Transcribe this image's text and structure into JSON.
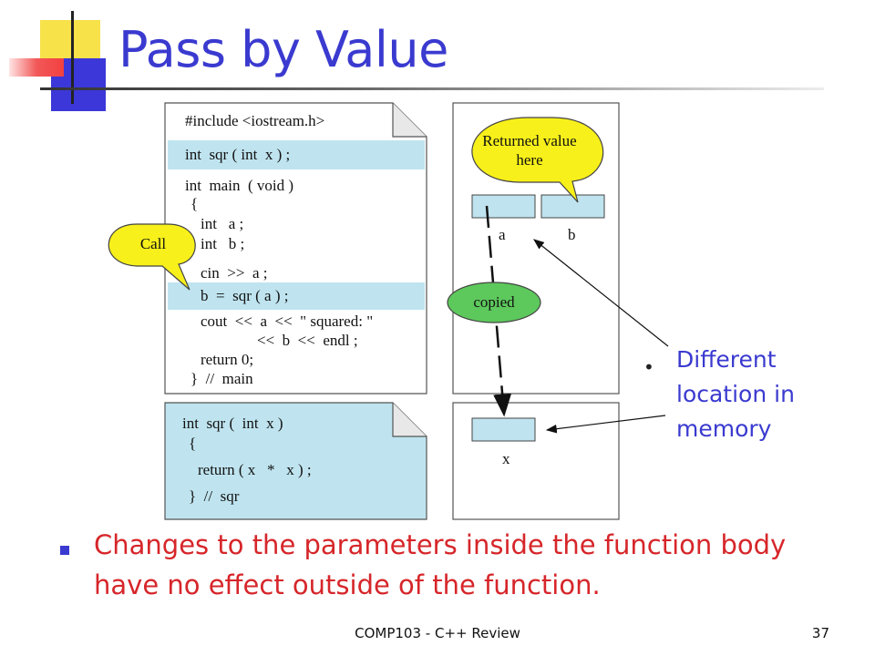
{
  "slide": {
    "title": "Pass by Value",
    "side_note": "Different location in memory",
    "bullet_text": "Changes to the parameters inside the function body have no effect outside of the function.",
    "footer": "COMP103 - C++ Review",
    "page_number": "37"
  },
  "code_main": {
    "lines": [
      "#include <iostream.h>",
      "int  sqr ( int  x ) ;",
      "int  main  ( void )",
      "{",
      "int   a ;",
      "int   b ;",
      "cin  >>  a ;",
      "b  =  sqr ( a ) ;",
      "cout  <<  a  <<  \" squared: \"",
      "<<  b  <<  endl ;",
      "return 0;",
      "}  //  main"
    ]
  },
  "code_func": {
    "lines": [
      "int  sqr (  int  x )",
      "{",
      "return ( x   *   x ) ;",
      "}  //  sqr"
    ]
  },
  "callouts": {
    "call": "Call",
    "returned_line1": "Returned value",
    "returned_line2": "here",
    "copied": "copied"
  },
  "memory": {
    "label_a": "a",
    "label_b": "b",
    "label_x": "x"
  },
  "colors": {
    "title": "#3a3ad0",
    "highlight": "#bfe4ef",
    "callout_yellow": "#f7f01a",
    "callout_green": "#5dc85c",
    "bullet_text": "#d6262a"
  }
}
